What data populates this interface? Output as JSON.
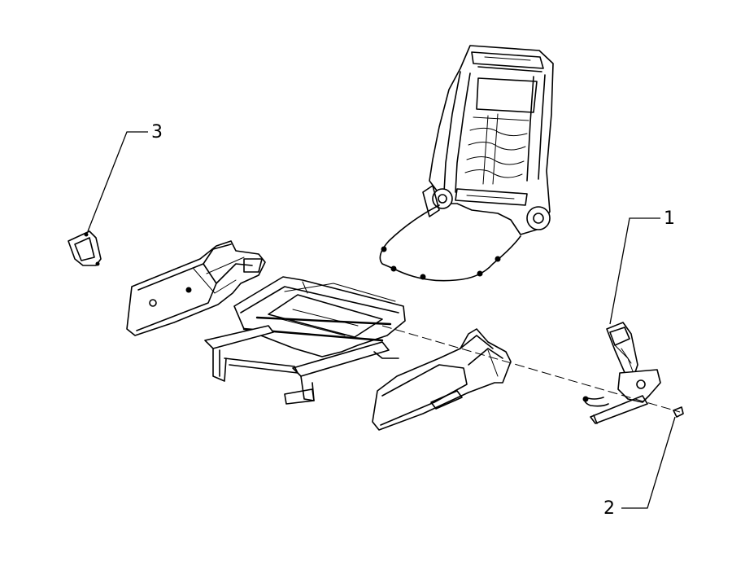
{
  "diagram": {
    "type": "exploded-parts-diagram",
    "callouts": [
      {
        "id": "callout-1",
        "label": "1"
      },
      {
        "id": "callout-2",
        "label": "2"
      },
      {
        "id": "callout-3",
        "label": "3"
      }
    ],
    "parts": [
      {
        "name": "seat-back-frame"
      },
      {
        "name": "seat-cushion-frame"
      },
      {
        "name": "left-side-shield"
      },
      {
        "name": "right-side-shield"
      },
      {
        "name": "seat-belt-buckle"
      },
      {
        "name": "small-cover"
      },
      {
        "name": "bolt"
      }
    ],
    "colors": {
      "line": "#000000",
      "background": "#ffffff"
    }
  }
}
